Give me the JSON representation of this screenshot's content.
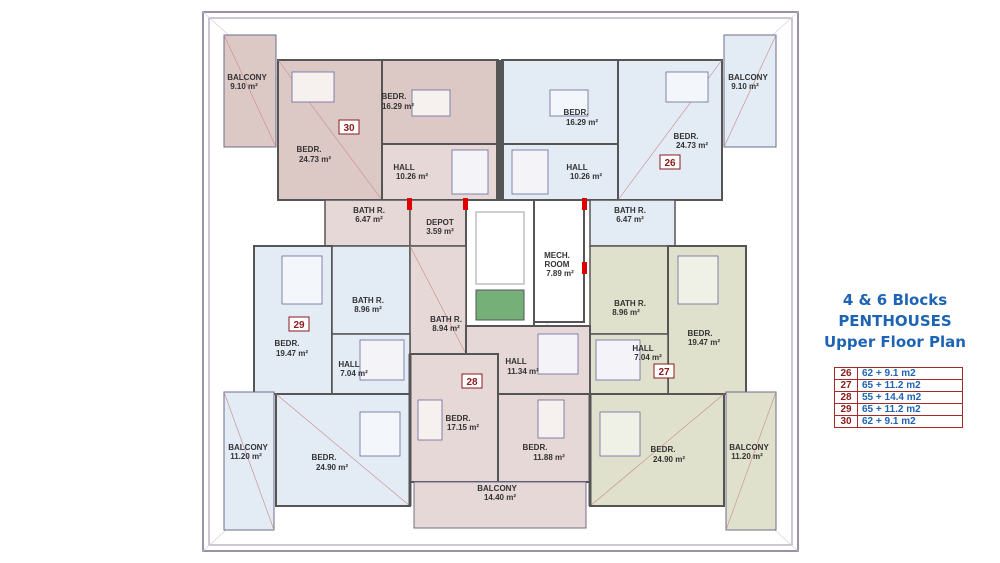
{
  "title": {
    "line1": "4 & 6 Blocks",
    "line2": "PENTHOUSES",
    "line3": "Upper Floor Plan"
  },
  "legend": [
    {
      "unit": "26",
      "area": "62 + 9.1 m2"
    },
    {
      "unit": "27",
      "area": "65 + 11.2 m2"
    },
    {
      "unit": "28",
      "area": "55 + 14.4 m2"
    },
    {
      "unit": "29",
      "area": "65 + 11.2 m2"
    },
    {
      "unit": "30",
      "area": "62 + 9.1 m2"
    }
  ],
  "units": [
    "30",
    "26",
    "29",
    "27",
    "28"
  ],
  "rooms": {
    "balcony_30": {
      "name": "BALCONY",
      "area": "9.10 m²"
    },
    "bedr_30_a": {
      "name": "BEDR.",
      "area": "16.29 m²"
    },
    "bedr_30_b": {
      "name": "BEDR.",
      "area": "24.73 m²"
    },
    "hall_30": {
      "name": "HALL",
      "area": "10.26 m²"
    },
    "bedr_26_a": {
      "name": "BEDR.",
      "area": "16.29 m²"
    },
    "bedr_26_b": {
      "name": "BEDR.",
      "area": "24.73 m²"
    },
    "hall_26": {
      "name": "HALL",
      "area": "10.26 m²"
    },
    "balcony_26": {
      "name": "BALCONY",
      "area": "9.10 m²"
    },
    "bath_top_left": {
      "name": "BATH R.",
      "area": "6.47 m²"
    },
    "depot": {
      "name": "DEPOT",
      "area": "3.59 m²"
    },
    "bath_top_right": {
      "name": "BATH R.",
      "area": "6.47 m²"
    },
    "mech_room": {
      "name": "MECH.",
      "name2": "ROOM",
      "area": "7.89 m²"
    },
    "bedr_29": {
      "name": "BEDR.",
      "area": "19.47 m²"
    },
    "bath_29": {
      "name": "BATH R.",
      "area": "8.96 m²"
    },
    "bath_28": {
      "name": "BATH R.",
      "area": "8.94 m²"
    },
    "hall_29": {
      "name": "HALL",
      "area": "7.04 m²"
    },
    "bath_27": {
      "name": "BATH R.",
      "area": "8.96 m²"
    },
    "bedr_27": {
      "name": "BEDR.",
      "area": "19.47 m²"
    },
    "hall_27": {
      "name": "HALL",
      "area": "7.04 m²"
    },
    "hall_28": {
      "name": "HALL",
      "area": "11.34 m²"
    },
    "bedr_28_a": {
      "name": "BEDR.",
      "area": "17.15 m²"
    },
    "bedr_28_b": {
      "name": "BEDR.",
      "area": "11.88 m²"
    },
    "balcony_29": {
      "name": "BALCONY",
      "area": "11.20 m²"
    },
    "bedr_29_b": {
      "name": "BEDR.",
      "area": "24.90 m²"
    },
    "balcony_28": {
      "name": "BALCONY",
      "area": "14.40 m²"
    },
    "bedr_27_b": {
      "name": "BEDR.",
      "area": "24.90 m²"
    },
    "balcony_27": {
      "name": "BALCONY",
      "area": "11.20 m²"
    }
  },
  "colors": {
    "unit_26": "#e3ebf5",
    "unit_27": "#dfe1cc",
    "unit_28": "#e6d8d6",
    "unit_29": "#e3ebf5",
    "unit_30": "#dcc9c6",
    "core": "#ffffff",
    "stair_well": "#75b079",
    "wall": "#555555",
    "title": "#1e64b4"
  }
}
